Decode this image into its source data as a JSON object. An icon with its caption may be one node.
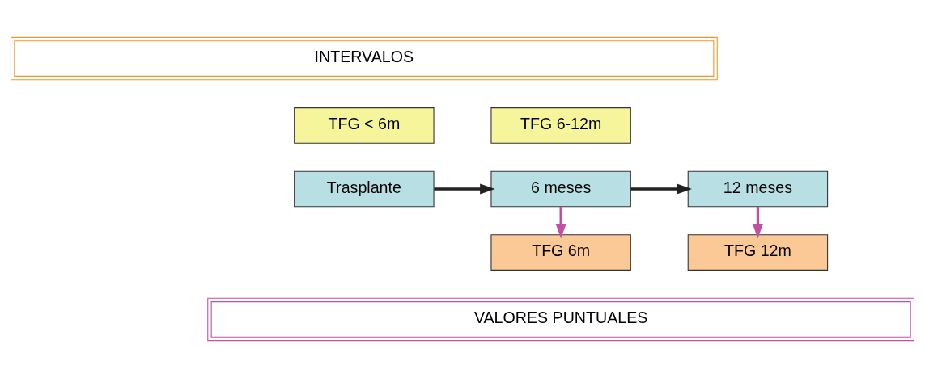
{
  "diagram": {
    "nodes": [
      {
        "text": [
          "INTERVALOS"
        ]
      },
      {
        "text": [
          "TFG < 6m"
        ]
      },
      {
        "text": [
          "TFG 6-12m"
        ]
      },
      {
        "text": [
          "Trasplante"
        ]
      },
      {
        "text": [
          "6 meses"
        ]
      },
      {
        "text": [
          "12 meses"
        ]
      },
      {
        "text": [
          "TFG 6m"
        ]
      },
      {
        "text": [
          "TFG 12m"
        ]
      },
      {
        "text": [
          "VALORES PUNTUALES"
        ]
      }
    ],
    "edges": [
      {
        "from": 3,
        "to": 4,
        "arrow": "to"
      },
      {
        "from": 4,
        "to": 5,
        "arrow": "to"
      },
      {
        "from": 4,
        "to": 6,
        "arrow": "to",
        "color": "#c050a0"
      },
      {
        "from": 5,
        "to": 7,
        "arrow": "to",
        "color": "#c050a0"
      }
    ]
  }
}
